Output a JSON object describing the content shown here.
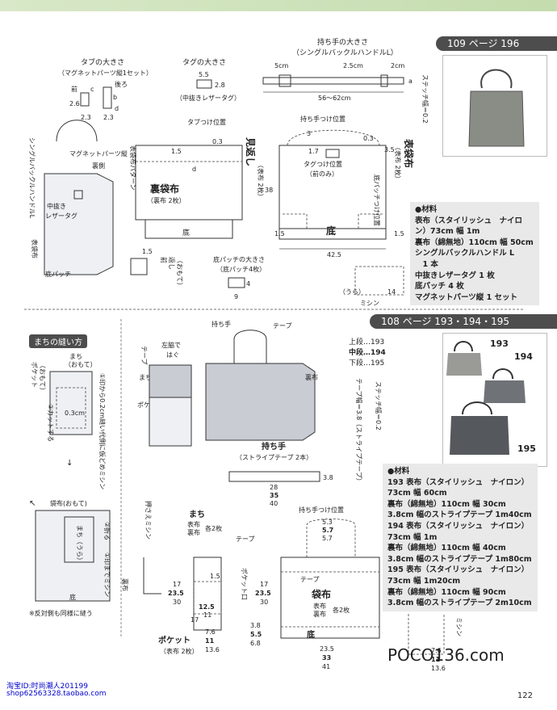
{
  "sections": {
    "s109": {
      "header": "109 ページ 196",
      "materials_title": "●材料",
      "materials": [
        "表布（スタイリッシュ　ナイロ",
        "ン）73cm 幅 1m",
        "裏布（綿無地）110cm 幅 50cm",
        "シングルバックルハンドル L",
        "　1 本",
        "中抜きレザータグ 1 枚",
        "底パッチ 4 枚",
        "マグネットパーツ縦 1 セット"
      ],
      "stitch_note": "ステッチ幅＝0.2"
    },
    "s108": {
      "header": "108 ページ 193・194・195",
      "levels": [
        "上段…193",
        "中段…194",
        "下段…195"
      ],
      "materials_title": "●材料",
      "materials": [
        "193 表布（スタイリッシュ　ナイロン）",
        "73cm 幅 60cm",
        "裏布（綿無地）110cm 幅 30cm",
        "3.8cm 幅のストライプテープ 1m40cm",
        "194 表布（スタイリッシュ　ナイロン）",
        "73cm 幅 1m",
        "裏布（綿無地）110cm 幅 40cm",
        "3.8cm 幅のストライプテープ 1m80cm",
        "195 表布（スタイリッシュ　ナイロン）",
        "73cm 幅 1m20cm",
        "裏布（綿無地）110cm 幅 90cm",
        "3.8cm 幅のストライプテープ 2m10cm"
      ],
      "stitch_note": "ステッチ幅＝0.2",
      "tape_note": "テープ幅＝3.8（ストライプテープ）",
      "photo_labels": [
        "193",
        "194",
        "195"
      ]
    }
  },
  "labels": {
    "tab_size": "タブの大きさ",
    "tab_sub": "（マグネットパーツ縦1セット）",
    "mae": "前",
    "ushiro": "後ろ",
    "tag_size": "タグの大きさ",
    "tag_sub": "（中抜きレザータグ）",
    "handle_size": "持ち手の大きさ",
    "handle_sub": "（シングルバックルハンドルL）",
    "handle_len": "56〜62cm",
    "tab_pos": "タブつけ位置",
    "handle_pos": "持ち手つけ位置",
    "mikaeshi": "見返し",
    "mikaeshi_sub": "（表布 2枚）",
    "urabukuro": "裏袋布",
    "urabukuro_sub": "（裏布 2枚）",
    "hyoubukuro": "表袋布",
    "hyoubukuro_sub": "（表布 2枚）",
    "soko": "底",
    "pattern": "表袋布パターン",
    "tagpos": "タグつけ位置",
    "tagpos_sub": "（前のみ）",
    "patch_pos": "底パッチつけ位置",
    "patch_size": "底パッチの大きさ",
    "patch_sub": "（底パッチ4枚）",
    "buckle_handle": "シングルバックルハンドルL",
    "magnet": "マグネットパーツ縦",
    "ura": "裏側",
    "nakanuki": "中抜き",
    "leather": "レザータグ",
    "omote": "表袋布",
    "sokopatch": "底パッチ",
    "mae_fold": "前",
    "fold": "返し",
    "omote_paren": "（おもて）",
    "urap": "（うら）",
    "mishin": "ミシン",
    "machi_method": "まちの縫い方",
    "machi": "まち",
    "machi_omote": "（おもて）",
    "pocket": "ポケット",
    "pocket_omote": "（おもて）",
    "step1": "①印から0.2cm縫い代側に仮どめミシン",
    "step2": "②カットする",
    "cut": "0.3cm",
    "bukuro_omote": "袋布(おもて)",
    "machi_ura": "まち（うら）",
    "fold2": "②折る",
    "stitch_mark": "①印までミシン",
    "bottom": "底",
    "reverse_note": "※反対側も同様に縫う",
    "handle": "持ち手",
    "tape": "テープ",
    "side_left": "左脇で",
    "side_left2": "はぐ",
    "uranuno": "裏布",
    "handle2": "持ち手",
    "handle2_sub": "（ストライプテープ 2本）",
    "press_stitch": "押さえミシン",
    "machi2": "まち",
    "machi2_sub1": "表布",
    "machi2_sub2": "裏布",
    "machi2_sub3": "各2枚",
    "pocket_mouth": "ポケット口",
    "pocket2": "ポケット",
    "pocket2_sub": "（表布 2枚）",
    "bag": "袋布",
    "bag_sub1": "表布",
    "bag_sub2": "裏布",
    "bag_sub3": "各2枚",
    "handle_pos2": "持ち手つけ位置"
  },
  "dims": {
    "c": "c",
    "b": "b",
    "d": "d",
    "a": "a",
    "d26": "2.6",
    "d23": "2.3",
    "d55": "5.5",
    "d28": "2.8",
    "d5cm": "5cm",
    "d25cm": "2.5cm",
    "d2cm": "2cm",
    "d3": "3",
    "d03": "0.3",
    "d15": "1.5",
    "d17": "1.7",
    "d35": "3.5",
    "d38h": "38",
    "d425": "42.5",
    "d4": "4",
    "d9": "9",
    "d14": "14",
    "d28l": "28",
    "d35l": "35",
    "d40": "40",
    "d38": "3.8",
    "d17a": "17",
    "d235": "23.5",
    "d30": "30",
    "d125": "12.5",
    "d11": "11",
    "d76": "7.6",
    "d136": "13.6",
    "d55b": "5.5",
    "d68": "6.8",
    "d53": "5.3",
    "d57": "5.7",
    "d235b": "23.5",
    "d33": "33",
    "d41": "41",
    "d17b": "17",
    "d235c": "23.5",
    "d02": "0.2"
  },
  "footer": {
    "credit1": "淘宝ID:时尚潮人201199",
    "credit2": "shop62563328.taobao.com",
    "page": "122",
    "watermark": "POCO136.com"
  }
}
